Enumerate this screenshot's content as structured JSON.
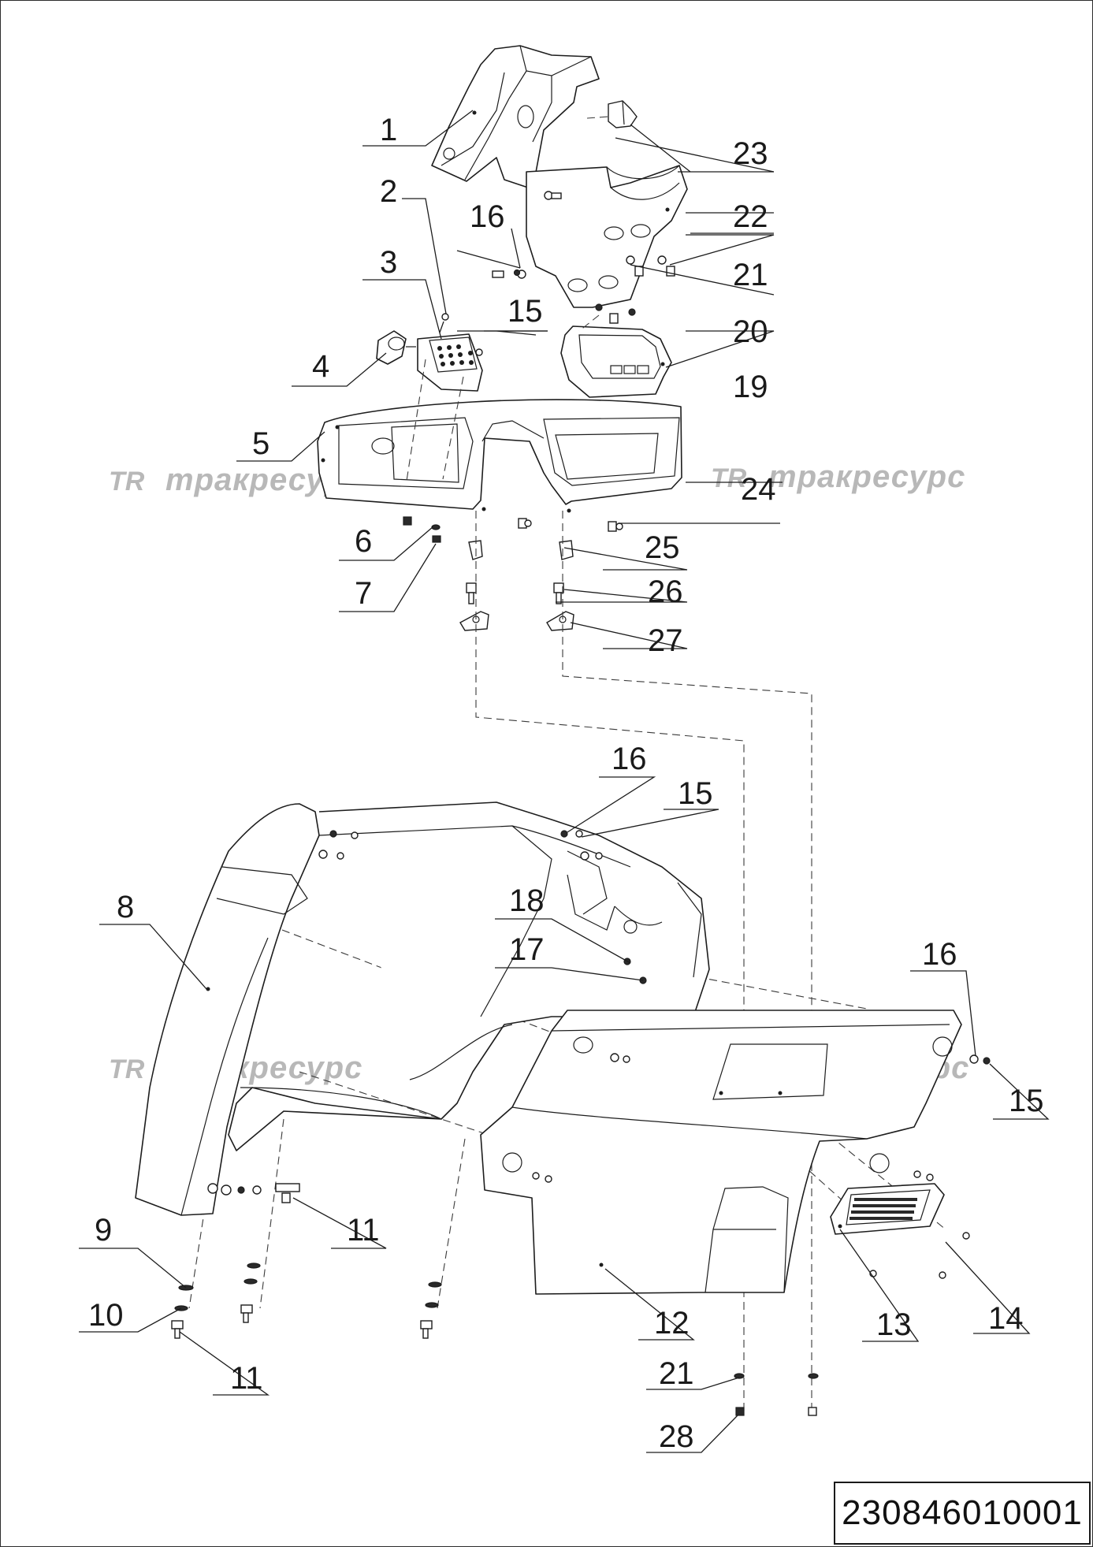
{
  "document_number": "230846010001",
  "watermark": {
    "logo": "TR",
    "text": "тракресурс"
  },
  "callouts": [
    {
      "id": "c1",
      "label": "1"
    },
    {
      "id": "c2",
      "label": "2"
    },
    {
      "id": "c3",
      "label": "3"
    },
    {
      "id": "c4",
      "label": "4"
    },
    {
      "id": "c5",
      "label": "5"
    },
    {
      "id": "c6",
      "label": "6"
    },
    {
      "id": "c7",
      "label": "7"
    },
    {
      "id": "c8",
      "label": "8"
    },
    {
      "id": "c9",
      "label": "9"
    },
    {
      "id": "c10",
      "label": "10"
    },
    {
      "id": "c11a",
      "label": "11"
    },
    {
      "id": "c11b",
      "label": "11"
    },
    {
      "id": "c12",
      "label": "12"
    },
    {
      "id": "c13",
      "label": "13"
    },
    {
      "id": "c14",
      "label": "14"
    },
    {
      "id": "c15a",
      "label": "15"
    },
    {
      "id": "c15b",
      "label": "15"
    },
    {
      "id": "c15c",
      "label": "15"
    },
    {
      "id": "c16a",
      "label": "16"
    },
    {
      "id": "c16b",
      "label": "16"
    },
    {
      "id": "c16c",
      "label": "16"
    },
    {
      "id": "c17",
      "label": "17"
    },
    {
      "id": "c18",
      "label": "18"
    },
    {
      "id": "c19",
      "label": "19"
    },
    {
      "id": "c20",
      "label": "20"
    },
    {
      "id": "c21a",
      "label": "21"
    },
    {
      "id": "c21b",
      "label": "21"
    },
    {
      "id": "c22",
      "label": "22"
    },
    {
      "id": "c23",
      "label": "23"
    },
    {
      "id": "c24",
      "label": "24"
    },
    {
      "id": "c25",
      "label": "25"
    },
    {
      "id": "c26",
      "label": "26"
    },
    {
      "id": "c27",
      "label": "27"
    },
    {
      "id": "c28",
      "label": "28"
    }
  ]
}
